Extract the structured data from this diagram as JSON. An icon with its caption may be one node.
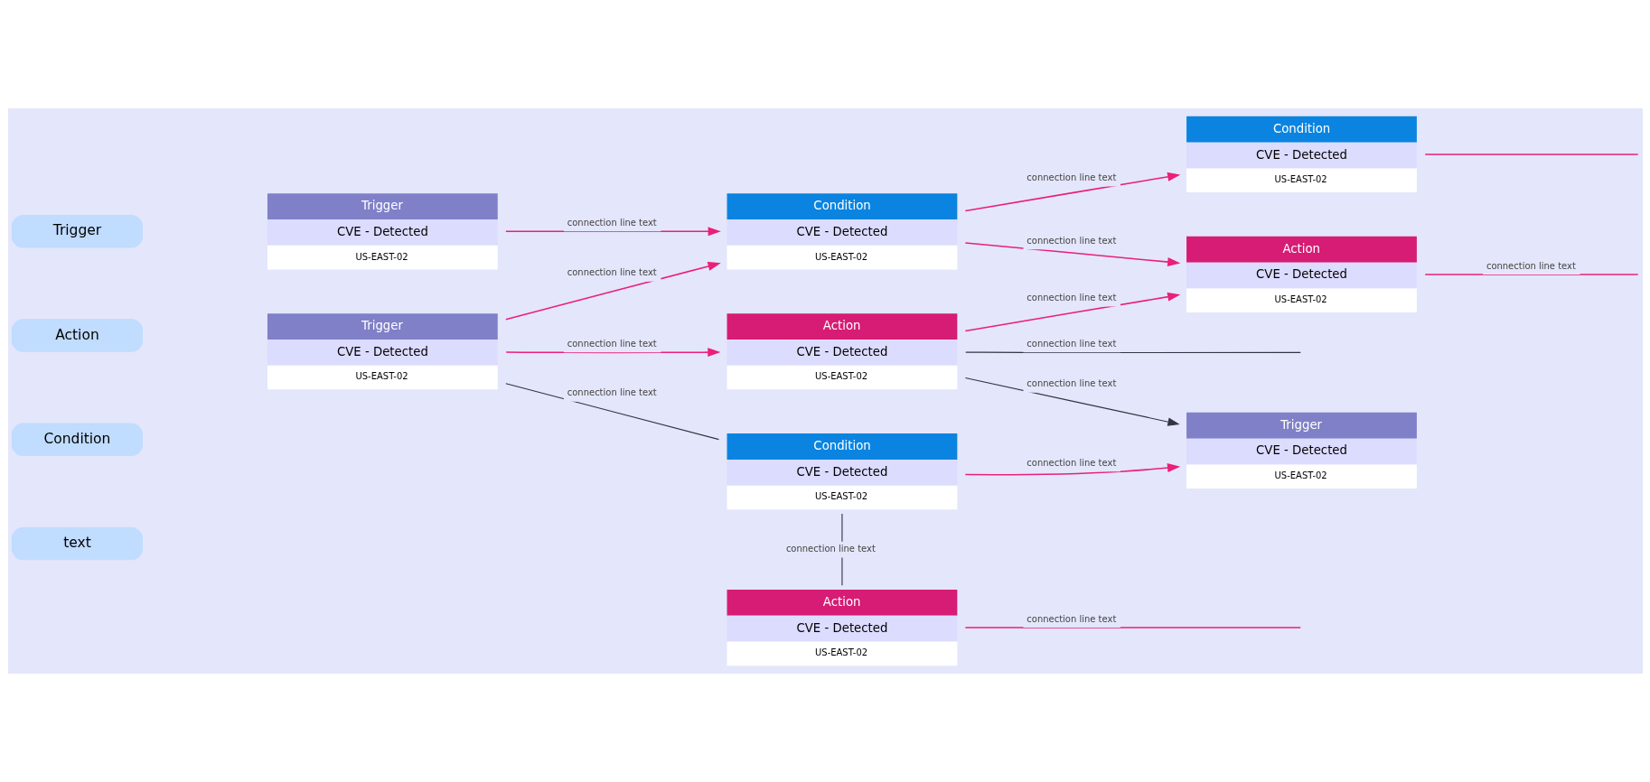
{
  "diagram": {
    "nodes": [
      {
        "text": [
          "Trigger"
        ]
      },
      {
        "text": [
          "Action"
        ]
      },
      {
        "text": [
          "Condition"
        ]
      },
      {
        "text": [
          "text"
        ]
      },
      {
        "text": [
          "Action",
          "CVE - Detected",
          "US-EAST-02"
        ]
      },
      {
        "text": [
          "Trigger",
          "CVE - Detected",
          "US-EAST-02"
        ]
      },
      {
        "text": [
          "Trigger",
          "CVE - Detected",
          "US-EAST-02"
        ]
      },
      {
        "text": [
          "Condition",
          "CVE - Detected",
          "US-EAST-02"
        ]
      },
      {
        "text": [
          "Condition",
          "CVE - Detected",
          "US-EAST-02"
        ]
      },
      {
        "text": [
          "Trigger",
          "CVE - Detected",
          "US-EAST-02"
        ]
      },
      {
        "text": [
          "Action",
          "CVE - Detected",
          "US-EAST-02"
        ]
      },
      {
        "text": [
          "Action",
          "CVE - Detected",
          "US-EAST-02"
        ]
      },
      {
        "text": [
          "Condition",
          "CVE - Detected",
          "US-EAST-02"
        ]
      }
    ],
    "edges": [
      {
        "from": 5,
        "to": 7,
        "arrow": "to",
        "label": "connection line text"
      },
      {
        "from": 9,
        "to": 4,
        "arrow": "to",
        "label": "connection line text"
      },
      {
        "from": 9,
        "to": 7,
        "arrow": "to",
        "label": "connection line text"
      },
      {
        "from": 9,
        "to": 12,
        "arrow": "none",
        "label": "connection line text",
        "color": "#333344"
      },
      {
        "from": 4,
        "to": 6,
        "arrow": "to",
        "label": "connection line text",
        "color": "#333344"
      },
      {
        "from": 4,
        "to": null,
        "arrow": "none",
        "label": "connection line text",
        "color": "#333344"
      },
      {
        "from": 4,
        "to": 11,
        "arrow": "to",
        "label": "connection line text"
      },
      {
        "from": 7,
        "to": 8,
        "arrow": "to",
        "label": "connection line text"
      },
      {
        "from": 7,
        "to": 11,
        "arrow": "to",
        "label": "connection line text"
      },
      {
        "from": 12,
        "to": 6,
        "arrow": "to",
        "label": "connection line text"
      },
      {
        "from": 12,
        "to": 10,
        "arrow": "none",
        "label": "connection line text",
        "color": "#333344"
      },
      {
        "from": 10,
        "to": null,
        "arrow": "none",
        "label": "connection line text"
      },
      {
        "from": 11,
        "to": null,
        "arrow": "none",
        "label": "connection line text"
      },
      {
        "from": 8,
        "to": null,
        "arrow": "none"
      }
    ]
  }
}
